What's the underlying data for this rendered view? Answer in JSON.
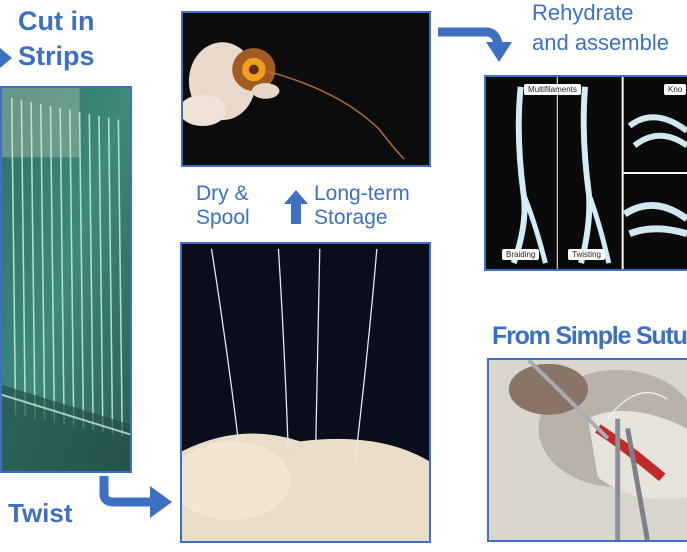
{
  "labels": {
    "cut_line1": "Cut in",
    "cut_line2": "Strips",
    "dry_line1": "Dry &",
    "dry_line2": "Spool",
    "storage_line1": "Long-term",
    "storage_line2": "Storage",
    "rehydrate_line1": "Rehydrate",
    "rehydrate_line2": "and assemble",
    "twist": "Twist",
    "suture": "From Simple Suture"
  },
  "assembly_tags": {
    "multifilaments": "Multifilaments",
    "knot": "Kno",
    "braiding": "Braiding",
    "twisting": "Twisting"
  },
  "colors": {
    "accent": "#3d6fc2",
    "panel_border": "#3d6fc2"
  },
  "icons": {
    "cut_arrow": "arrow-left-partial",
    "spool_to_rehydrate_arrow": "curved-arrow-right-down",
    "storage_arrow": "arrow-up",
    "twist_arrow": "curved-arrow-right"
  }
}
